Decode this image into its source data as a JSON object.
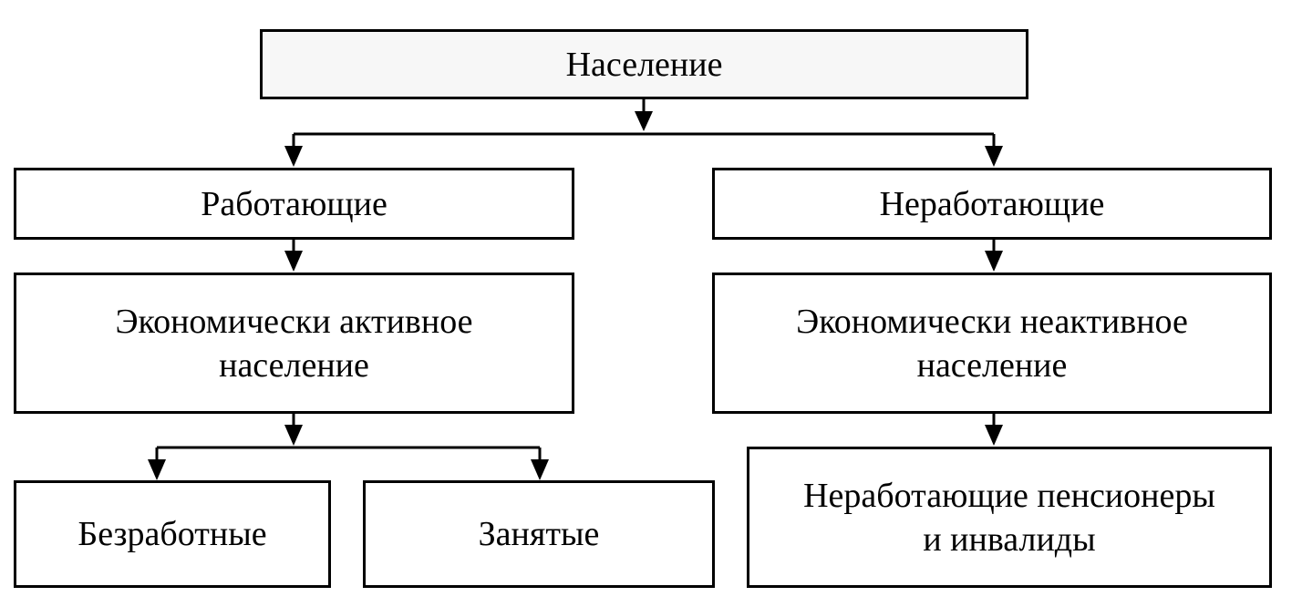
{
  "diagram": {
    "root": {
      "label": "Население"
    },
    "working": {
      "label": "Работающие",
      "active": {
        "line1": "Экономически активное",
        "line2": "население"
      },
      "unemployed": {
        "label": "Безработные"
      },
      "employed": {
        "label": "Занятые"
      }
    },
    "nonworking": {
      "label": "Неработающие",
      "inactive": {
        "line1": "Экономически неактивное",
        "line2": "население"
      },
      "pensioners": {
        "line1": "Неработающие пенсионеры",
        "line2": "и инвалиды"
      }
    }
  },
  "colors": {
    "stroke": "#000000",
    "root_fill": "#f7f7f7",
    "box_fill": "#ffffff"
  }
}
